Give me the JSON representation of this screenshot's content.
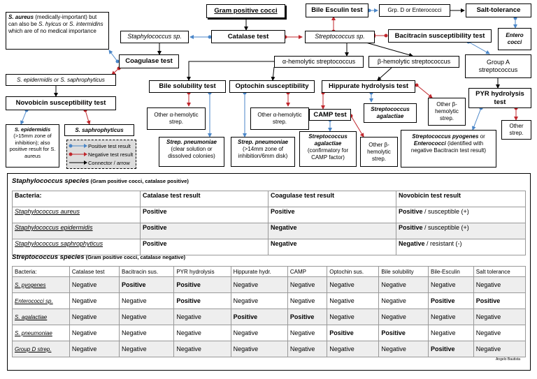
{
  "flow": {
    "gram_positive": "Gram positive cocci",
    "catalase": "Catalase test",
    "staph": "Staphylococcus sp.",
    "strep": "Streptococcus sp.",
    "aureus_note_name": "S. aureus",
    "aureus_note_rest": " (medically-important) but can also be ",
    "aureus_note_hyicus": "S. hyicus",
    "aureus_note_or": " or ",
    "aureus_note_intermidis": "S. intermidins",
    "aureus_note_end": " which are of no medical importance",
    "coagulase": "Coagulase test",
    "epi_or_sapro": "S. epidermidis or S. saphrophyticus",
    "novobicin": "Novobicin susceptibility test",
    "s_epi_name": "S. epidermidis",
    "s_epi_desc": "(>15mm zone of inhibition); also positive result for S. aureus",
    "s_sapro": "S. saphrophyticus",
    "bile_esculin": "Bile Esculin test",
    "grp_d": "Grp. D or Enterococci",
    "salt": "Salt-tolerance",
    "entero": "Entero cocci",
    "bacitracin": "Bacitracin susceptibility test",
    "group_a": "Group A streptococcus",
    "pyr": "PYR hydrolysis test",
    "other_strep": "Other strep.",
    "pyogenes_name": "Streptococcus pyogenes",
    "pyogenes_or": " or ",
    "pyogenes_entero": "Enterococci",
    "pyogenes_desc": " (identified with negative Bacitracin test result)",
    "alpha": "α-hemolytic streptococcus",
    "beta": "β-hemolytic streptococcus",
    "bile_sol": "Bile solubility test",
    "optochin": "Optochin susceptibility",
    "hippurate": "Hippurate hydrolysis test",
    "other_alpha_1": "Other α-hemolytic strep.",
    "pneumo_1_name": "Strep. pneumoniae",
    "pneumo_1_desc": "(clear solution or dissolved colonies)",
    "other_alpha_2": "Other α-hemolytic strep.",
    "pneumo_2_name": "Strep. pneumoniae",
    "pneumo_2_desc": "(>14mm zone of inhibition/6mm disk)",
    "strep_agal_1": "Streptococcus agalactiae",
    "other_beta_1": "Other β-hemolytic strep.",
    "camp": "CAMP test",
    "strep_agal_2_name": "Streptococcus agalactiae",
    "strep_agal_2_desc": "(confirmatory for CAMP factor)",
    "other_beta_2": "Other β-hemolytic strep."
  },
  "legend": {
    "positive": "Positive test result",
    "negative": "Negative test result",
    "connector": "Connector / arrow"
  },
  "colors": {
    "positive": "#4a86c8",
    "negative": "#c0272d",
    "connector": "#000000"
  },
  "staph_table": {
    "title": "Staphylococcus species",
    "subtitle": " (Gram positive cocci, catalase positive)",
    "headers": [
      "Bacteria:",
      "Catalase test result",
      "Coagulase test result",
      "Novobicin test result"
    ],
    "rows": [
      [
        "Staphylococcus aureus",
        "Positive",
        "Positive",
        "Positive",
        " / susceptible (+)"
      ],
      [
        "Staphylococcus epidermidis",
        "Positive",
        "Negative",
        "Positive",
        " / susceptible (+)"
      ],
      [
        "Staphylococcus saphrophyticus",
        "Positive",
        "Negative",
        "Negative",
        " / resistant (-)"
      ]
    ]
  },
  "strep_table": {
    "title": "Streptococcus species",
    "subtitle": " (Gram positive cocci, catalase negative)",
    "headers": [
      "Bacteria:",
      "Catalase test",
      "Bacitracin sus.",
      "PYR hydrolysis",
      "Hippurate hydr.",
      "CAMP",
      "Optochin sus.",
      "Bile solubility",
      "Bile-Esculin",
      "Salt tolerance"
    ],
    "rows": [
      [
        "S. pyogenes",
        "Negative",
        "Positive",
        "Positive",
        "Negative",
        "Negative",
        "Negative",
        "Negative",
        "Negative",
        "Negative"
      ],
      [
        "Enterococci sp.",
        "Negative",
        "Negative",
        "Positive",
        "Negative",
        "Negative",
        "Negative",
        "Negative",
        "Positive",
        "Positive"
      ],
      [
        "S. agalactiae",
        "Negative",
        "Negative",
        "Negative",
        "Positive",
        "Positive",
        "Negative",
        "Negative",
        "Negative",
        "Negative"
      ],
      [
        "S. pneumoniae",
        "Negative",
        "Negative",
        "Negative",
        "Negative",
        "Negative",
        "Positive",
        "Positive",
        "Negative",
        "Negative"
      ],
      [
        "Group D strep.",
        "Negative",
        "Negative",
        "Negative",
        "Negative",
        "Negative",
        "Negative",
        "Negative",
        "Positive",
        "Negative"
      ]
    ]
  },
  "author": "Angelo Bautista"
}
